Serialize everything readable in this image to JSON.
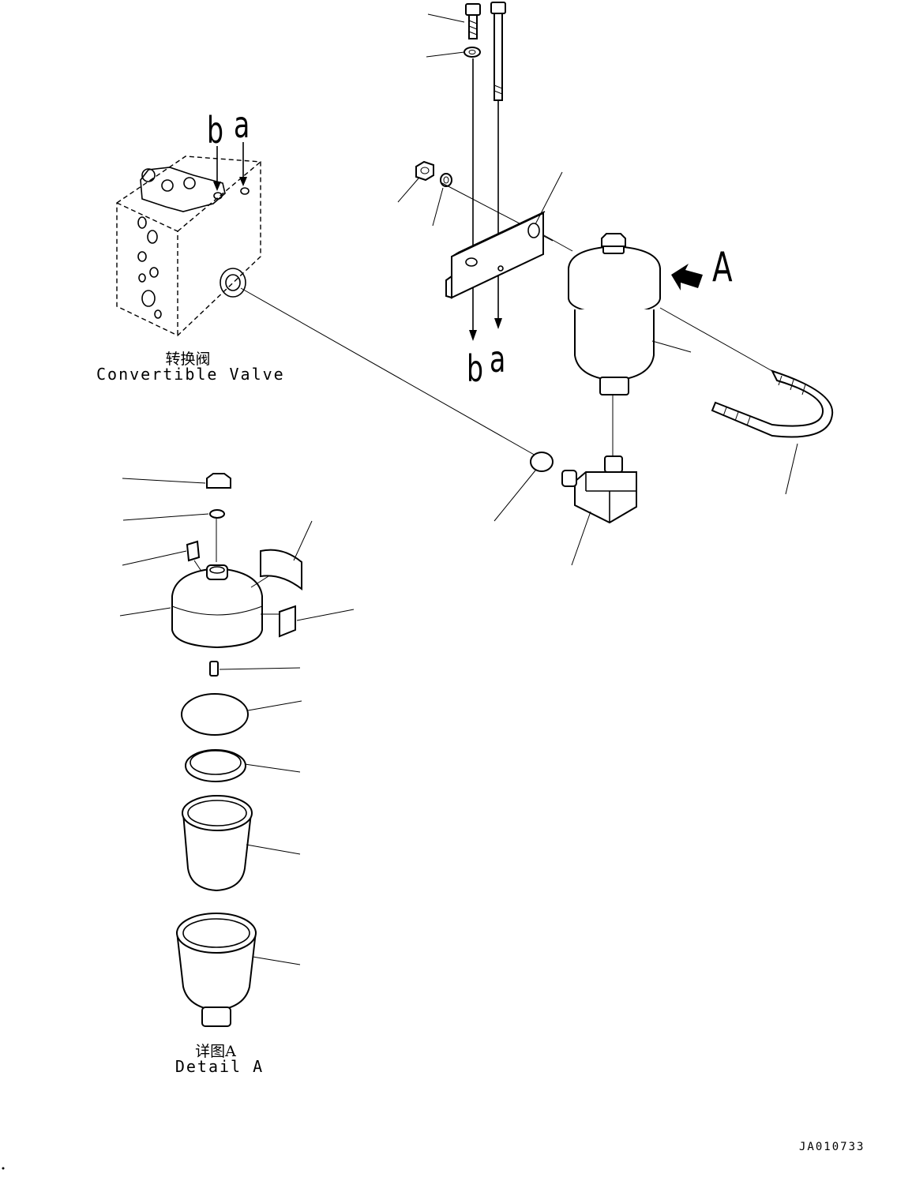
{
  "labels": {
    "valve_b": "b",
    "valve_a": "a",
    "bracket_b": "b",
    "bracket_a": "a",
    "view_a": "A",
    "valve_cn": "转换阀",
    "valve_en": "Convertible Valve",
    "detail_cn": "详图A",
    "detail_en": "Detail A",
    "drawing_number": "JA010733"
  }
}
